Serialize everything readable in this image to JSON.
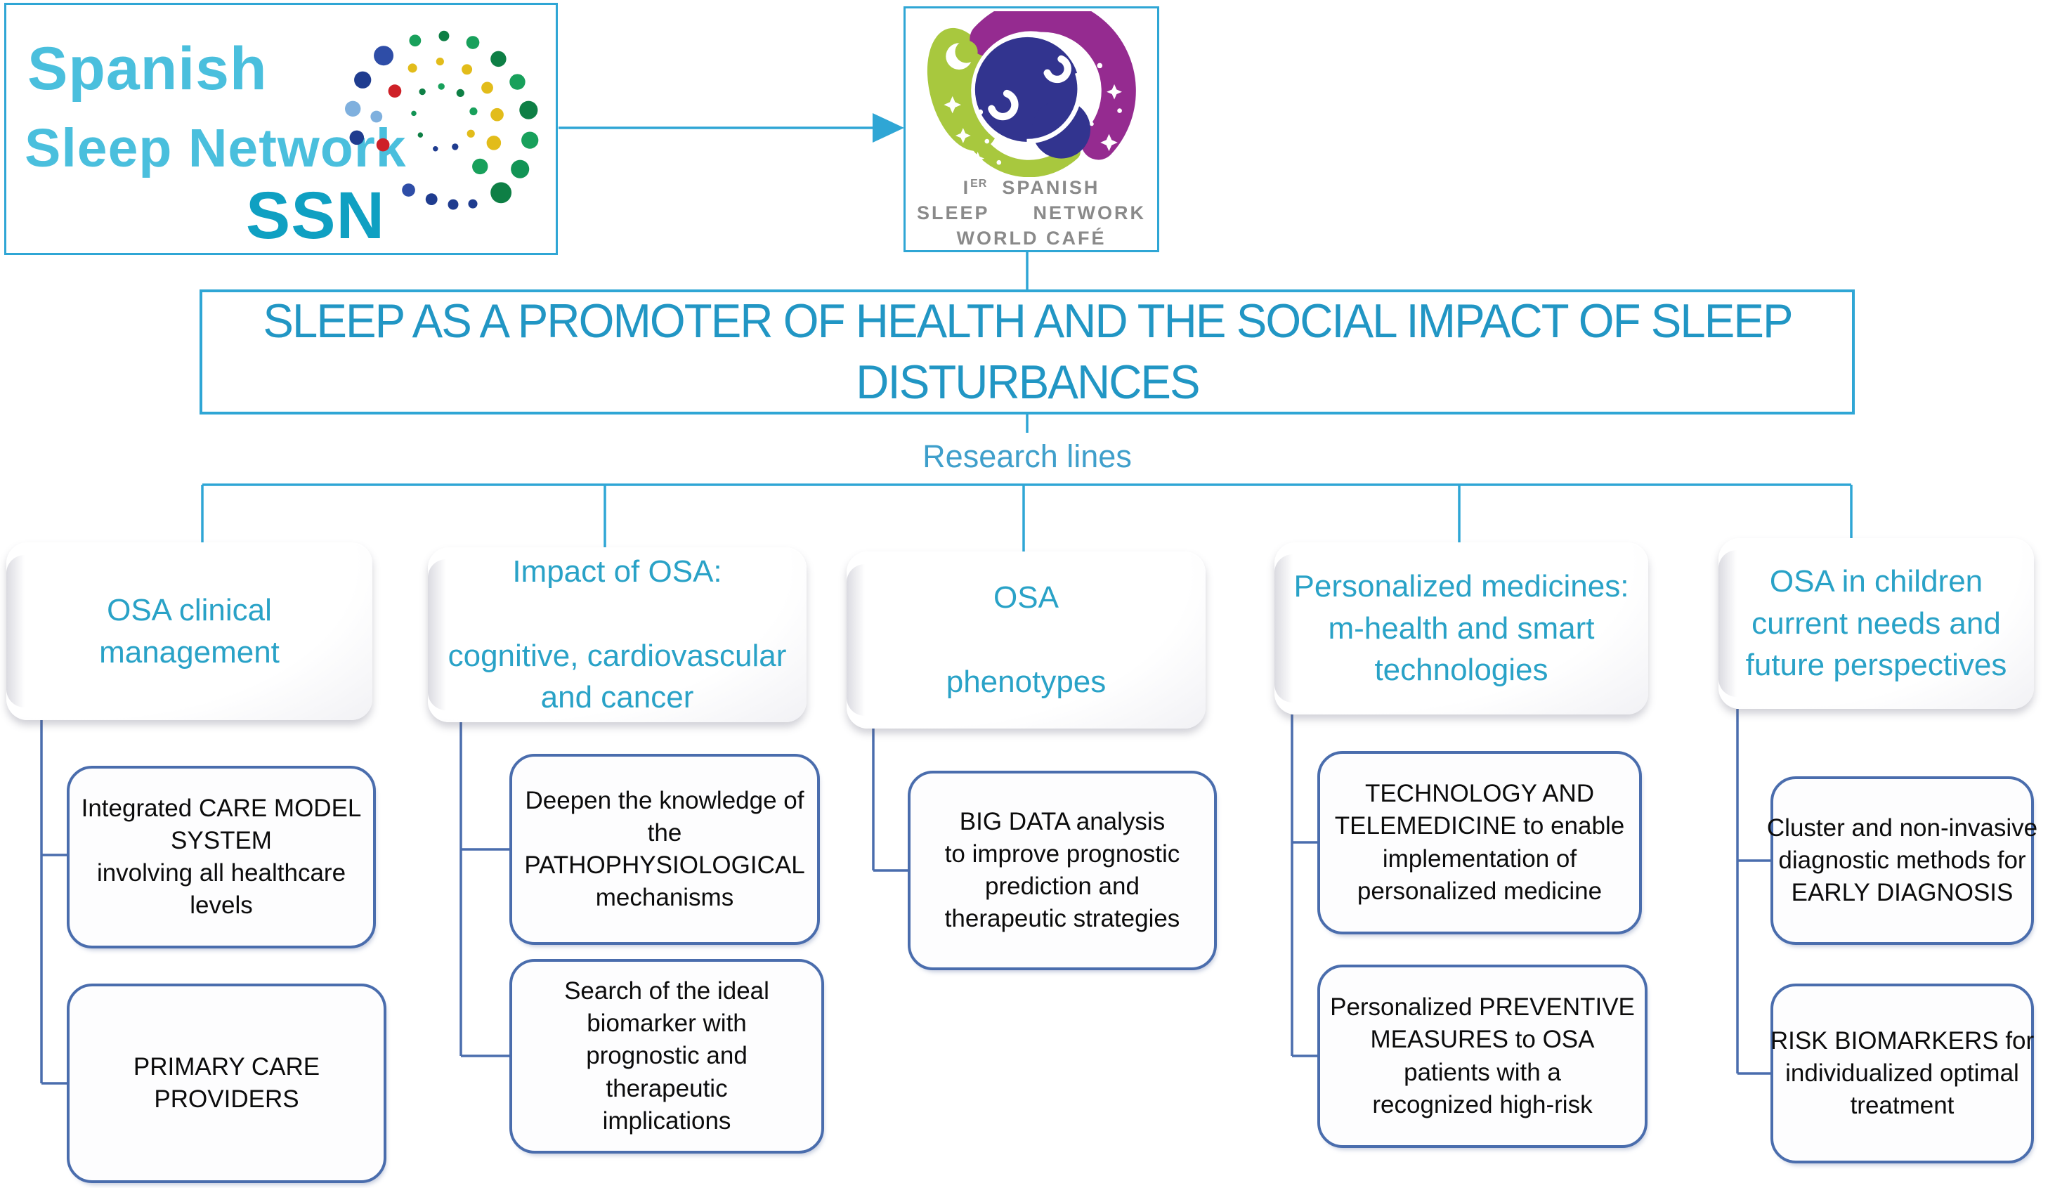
{
  "colors": {
    "accent": "#2FA6D5",
    "steel": "#4A6DAD",
    "titlecyan": "#2196C4",
    "headercyan": "#29A2C7",
    "research": "#3F9FCB",
    "lightcyan": "#4ABFDD",
    "teal": "#0FA0C2",
    "gray": "#8A8A8A",
    "green": "#A8C83E",
    "purple": "#952B90",
    "indigo": "#32348F",
    "dot": [
      "#2E4DA7",
      "#1F3C8F",
      "#CE2027",
      "#7FB0DE",
      "#18A05B",
      "#0E7F45",
      "#E2BC1A",
      "#129455"
    ]
  },
  "ssn_logo": {
    "line1": "Spanish",
    "line2": "Sleep Network",
    "line3": "SSN"
  },
  "world_cafe_logo": {
    "ordinal": "I",
    "ordinal_sup": "ER",
    "line1_rest": "SPANISH",
    "line2_left": "SLEEP",
    "line2_right": "NETWORK",
    "line3": "WORLD CAFÉ"
  },
  "title": "SLEEP AS A PROMOTER OF HEALTH AND THE SOCIAL IMPACT OF SLEEP\nDISTURBANCES",
  "research_lines_label": "Research lines",
  "columns": [
    {
      "header": "OSA clinical\nmanagement",
      "children": [
        "Integrated CARE MODEL\nSYSTEM\ninvolving all healthcare\nlevels",
        "PRIMARY CARE\nPROVIDERS"
      ]
    },
    {
      "header": "Impact of OSA:\n\ncognitive, cardiovascular\nand cancer",
      "children": [
        "Deepen the knowledge of\nthe\nPATHOPHYSIOLOGICAL\nmechanisms",
        "Search of the ideal\nbiomarker with\nprognostic and\ntherapeutic\nimplications"
      ]
    },
    {
      "header": "OSA\n\nphenotypes",
      "children": [
        "BIG DATA analysis\nto improve prognostic\nprediction and\ntherapeutic strategies"
      ]
    },
    {
      "header": "Personalized medicines:\nm-health and smart\ntechnologies",
      "children": [
        "TECHNOLOGY AND\nTELEMEDICINE to enable\nimplementation of\npersonalized medicine",
        "Personalized PREVENTIVE\nMEASURES to OSA\npatients with a\nrecognized high-risk"
      ]
    },
    {
      "header": "OSA in children\ncurrent needs and\nfuture perspectives",
      "children": [
        "Cluster and non-invasive\ndiagnostic methods for\nEARLY DIAGNOSIS",
        "RISK BIOMARKERS for\nindividualized optimal\ntreatment"
      ]
    }
  ]
}
